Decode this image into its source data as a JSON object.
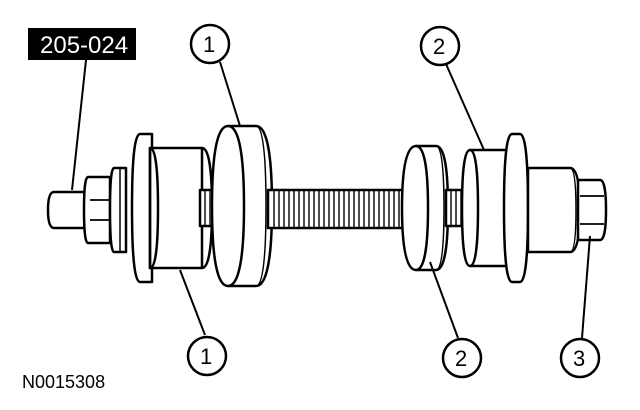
{
  "tool_number": "205-024",
  "figure_id": "N0015308",
  "callouts": {
    "upper_left": "1",
    "lower_left": "1",
    "upper_right": "2",
    "lower_right": "2",
    "nut": "3"
  }
}
